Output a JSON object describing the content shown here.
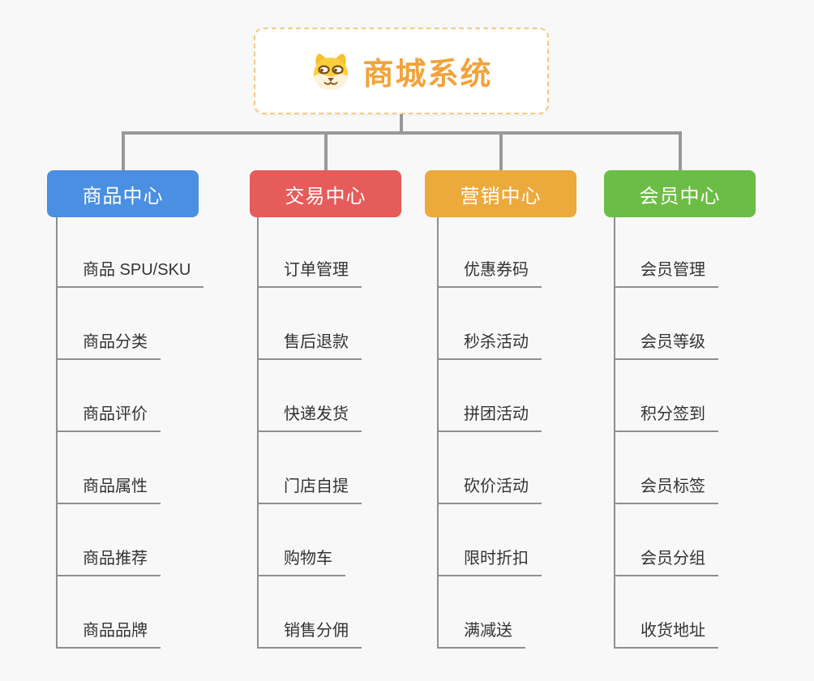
{
  "root": {
    "title": "商城系统",
    "icon": "shiba-dog-icon"
  },
  "branches": [
    {
      "label": "商品中心",
      "color": "#4a8fe2",
      "children": [
        "商品 SPU/SKU",
        "商品分类",
        "商品评价",
        "商品属性",
        "商品推荐",
        "商品品牌"
      ]
    },
    {
      "label": "交易中心",
      "color": "#e65c5a",
      "children": [
        "订单管理",
        "售后退款",
        "快递发货",
        "门店自提",
        "购物车",
        "销售分佣"
      ]
    },
    {
      "label": "营销中心",
      "color": "#eca93c",
      "children": [
        "优惠券码",
        "秒杀活动",
        "拼团活动",
        "砍价活动",
        "限时折扣",
        "满减送"
      ]
    },
    {
      "label": "会员中心",
      "color": "#6cbd45",
      "children": [
        "会员管理",
        "会员等级",
        "积分签到",
        "会员标签",
        "会员分组",
        "收货地址"
      ]
    }
  ],
  "style": {
    "background": "#f8f8f8",
    "connector_color": "#999999",
    "leaf_line_color": "#8f8f8f",
    "leaf_text_color": "#333333",
    "root_border_color": "#f5c882",
    "root_title_color": "#f1a33c"
  }
}
